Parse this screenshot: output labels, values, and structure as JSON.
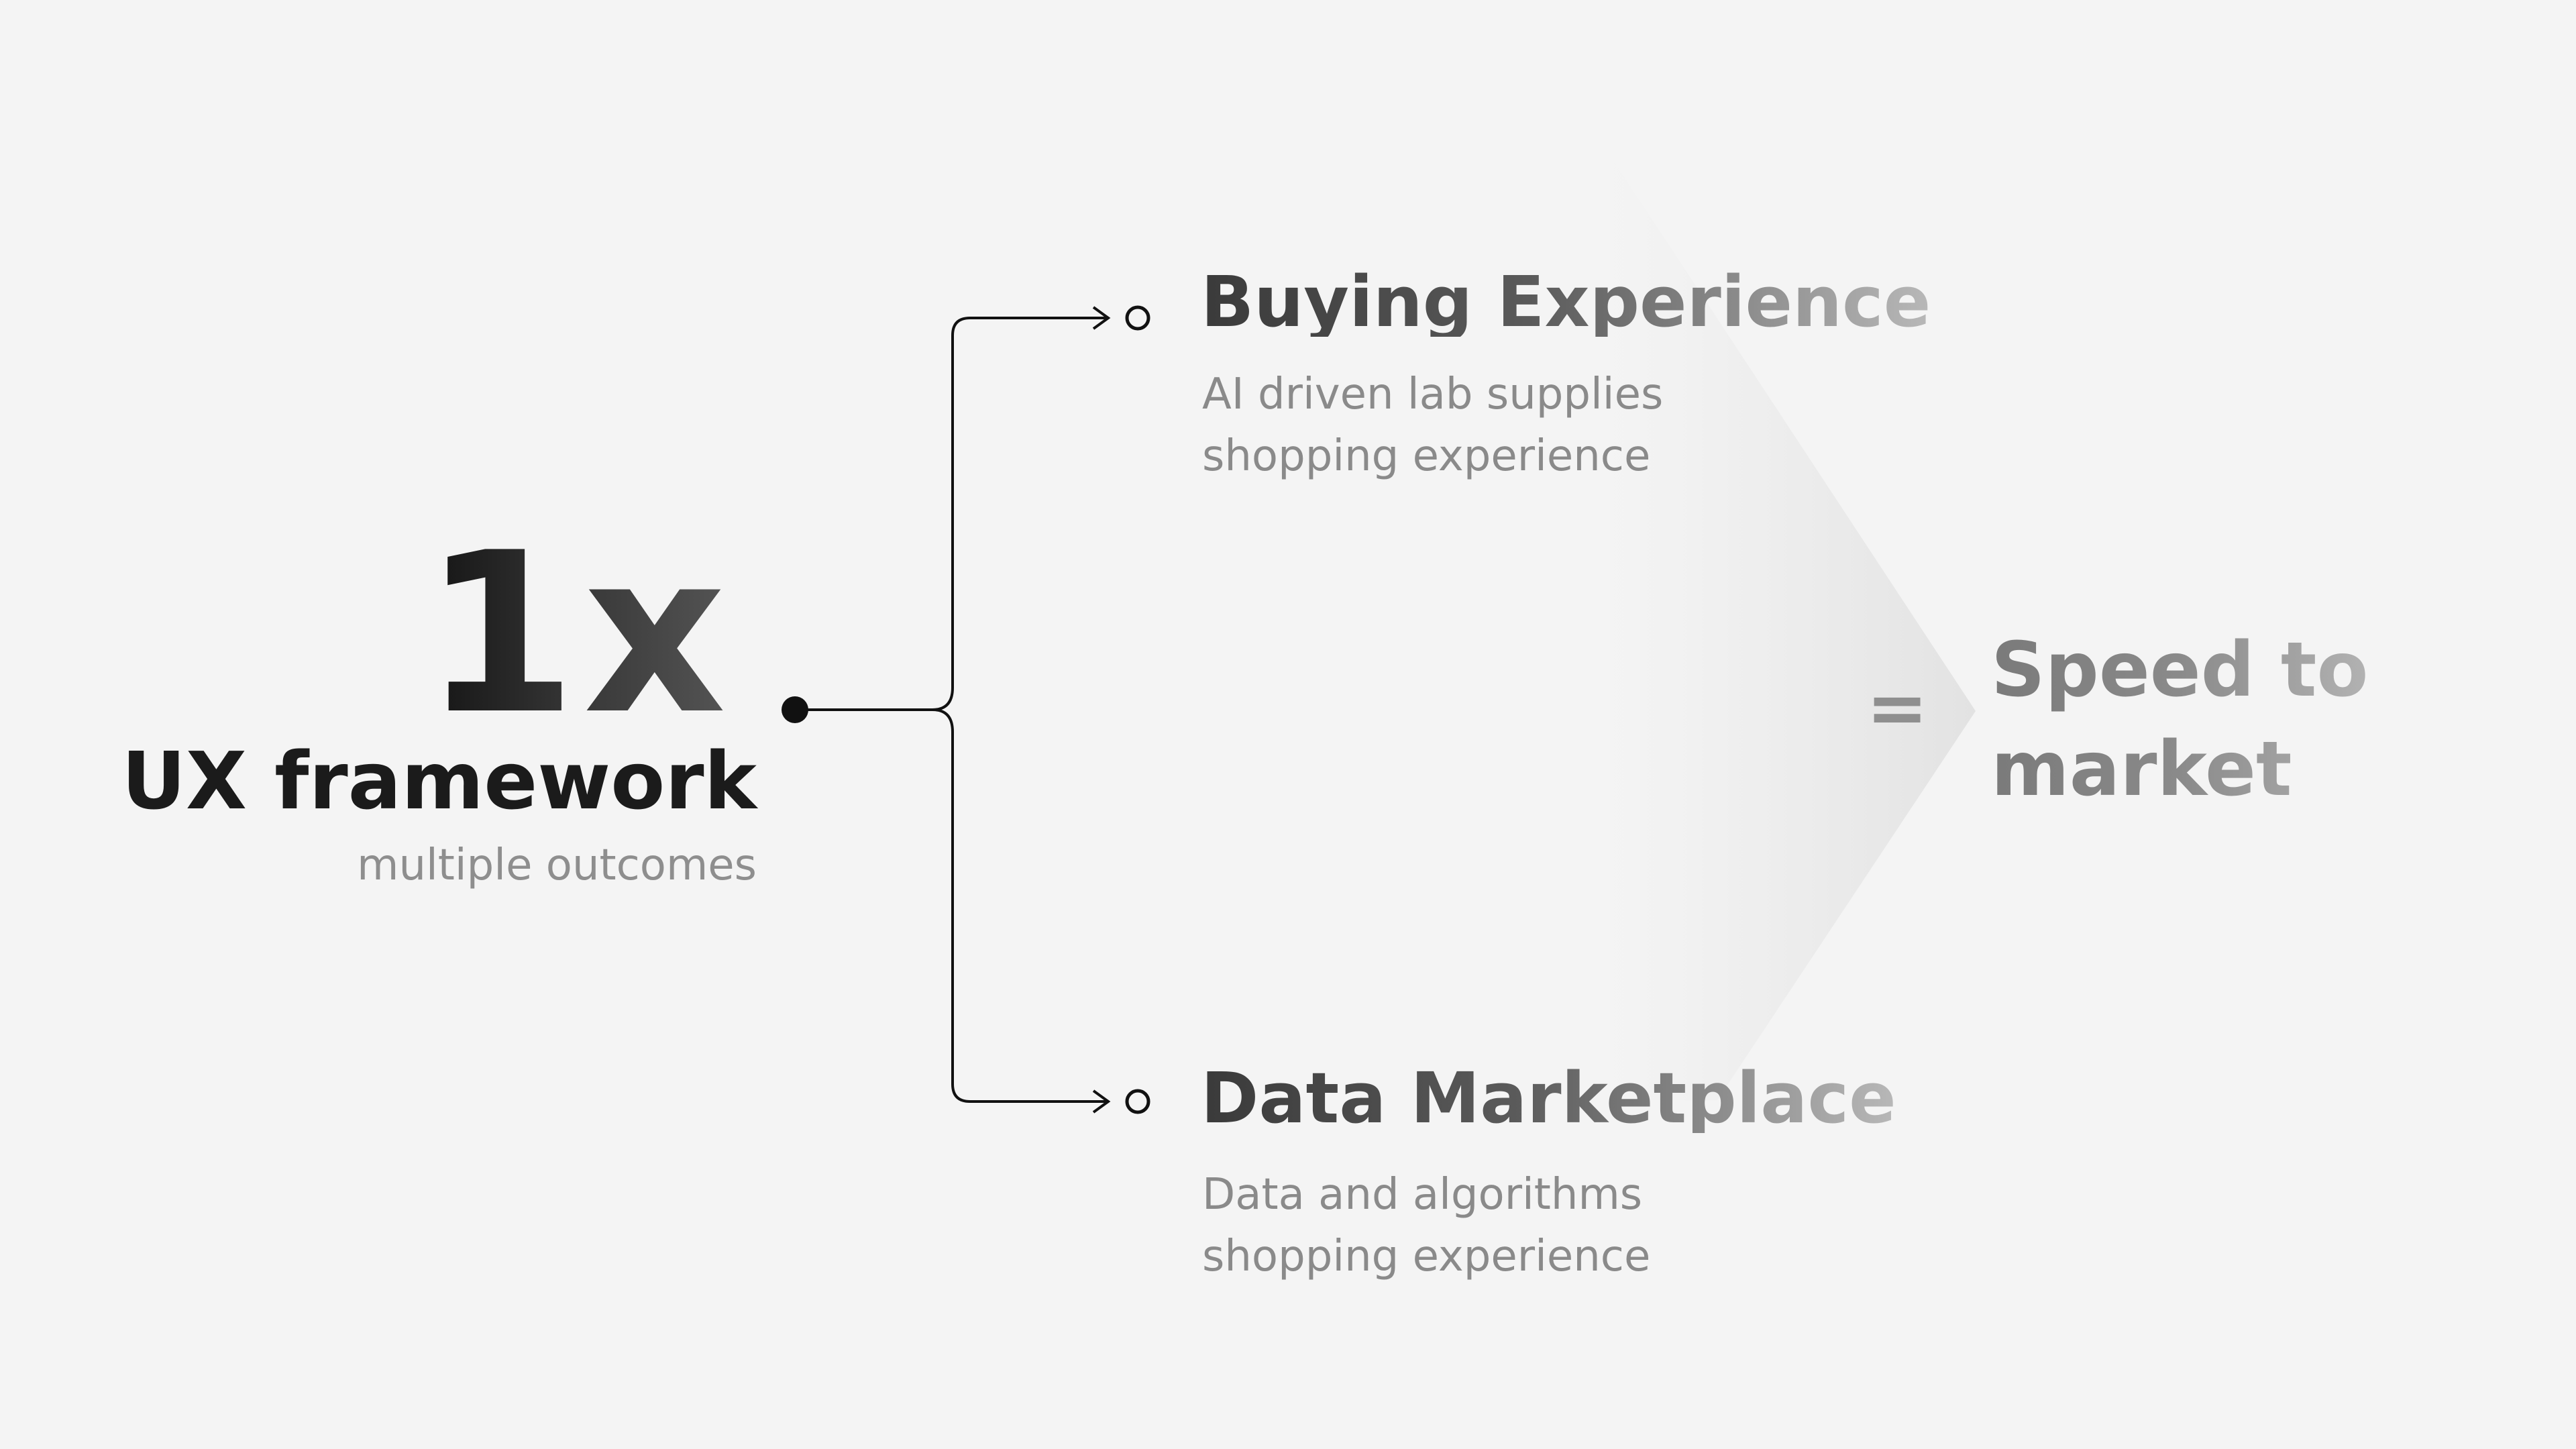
{
  "source": {
    "multiplier": "1x",
    "title": "UX framework",
    "subtitle": "multiple outcomes"
  },
  "outcomes": [
    {
      "title": "Buying Experience",
      "description": [
        "AI driven lab supplies",
        "shopping experience"
      ]
    },
    {
      "title": "Data Marketplace",
      "description": [
        "Data and algorithms",
        "shopping experience"
      ]
    }
  ],
  "equals": "=",
  "result": {
    "lines": [
      "Speed to",
      "market"
    ]
  },
  "colors": {
    "background": "#f4f4f4",
    "connector": "#111111",
    "arrow_shade": "#e3e3e3"
  }
}
